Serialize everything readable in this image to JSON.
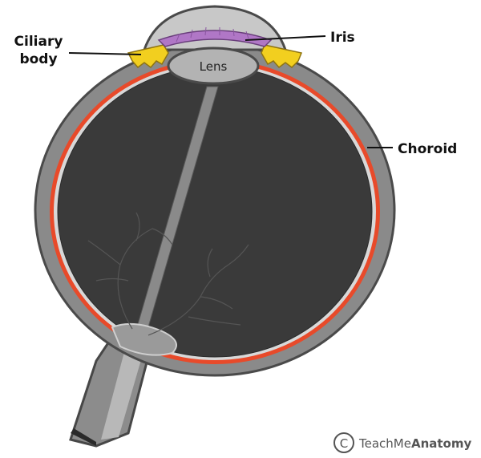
{
  "labels": {
    "ciliary_body_line1": "Ciliary",
    "ciliary_body_line2": "body",
    "iris": "Iris",
    "choroid": "Choroid",
    "lens": "Lens"
  },
  "watermark": {
    "symbol": "C",
    "text_regular": "TeachMe",
    "text_bold": "Anatomy"
  },
  "colors": {
    "sclera": "#8a8a8a",
    "sclera_edge": "#4a4a4a",
    "choroid": "#e84a2a",
    "interior": "#3a3a3a",
    "ciliary_body": "#f2cf1f",
    "iris": "#b077c6",
    "lens": "#b3b3b3"
  }
}
